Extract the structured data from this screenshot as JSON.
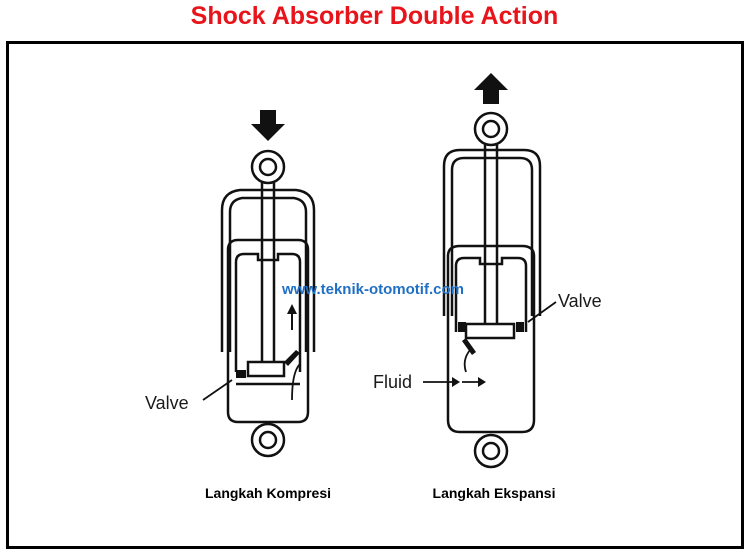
{
  "title": "Shock Absorber Double Action",
  "watermark": "www.teknik-otomotif.com",
  "compression": {
    "caption": "Langkah Kompresi",
    "valve_label": "Valve",
    "arrow_icon": "arrow-down-icon"
  },
  "expansion": {
    "caption": "Langkah Ekspansi",
    "valve_label": "Valve",
    "fluid_label": "Fluid",
    "arrow_icon": "arrow-up-icon"
  },
  "colors": {
    "title": "#e8141b",
    "watermark": "#1f6fc4",
    "line": "#111111"
  }
}
